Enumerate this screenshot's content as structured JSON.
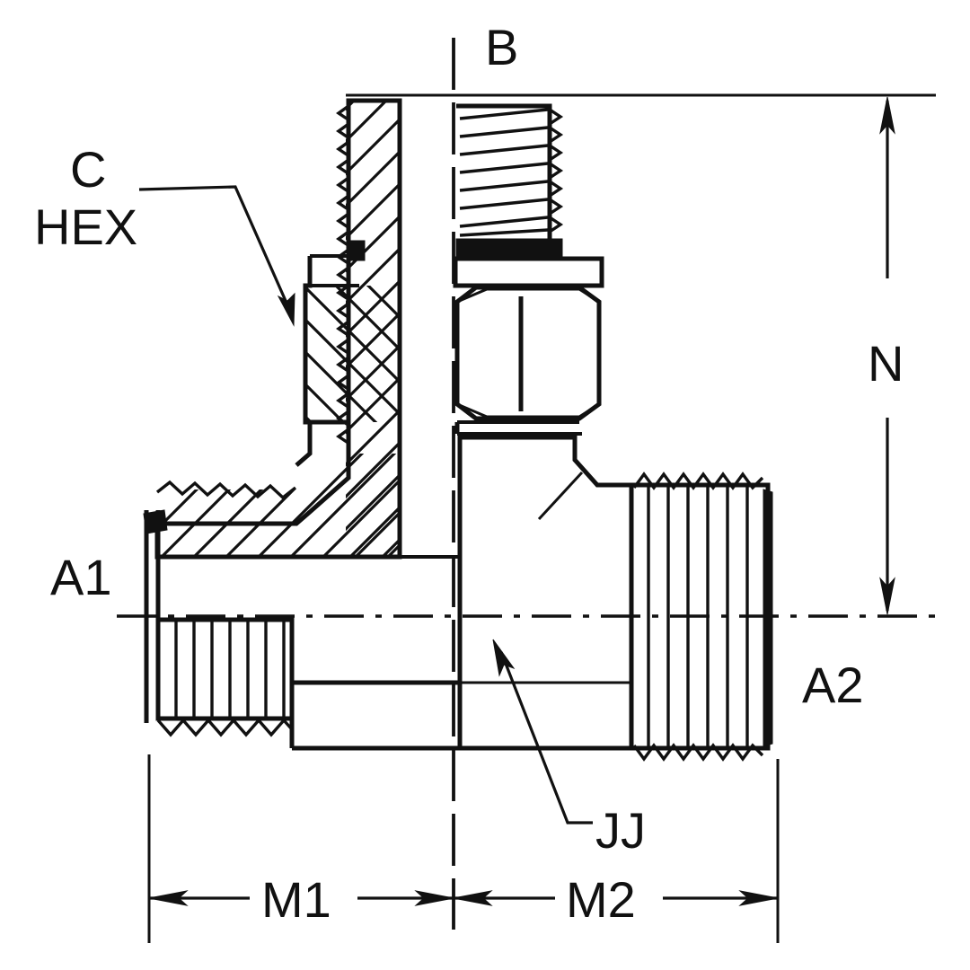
{
  "drawing": {
    "title": "Male Branch Tee Fitting Dimensional Drawing",
    "type": "technical-engineering-section-drawing",
    "line_color": "#111111",
    "background_color": "#ffffff",
    "labels": {
      "branch_port": "B",
      "hex_top": "C",
      "hex_bottom": "HEX",
      "left_port": "A1",
      "right_port": "A2",
      "height_dim": "N",
      "left_length_dim": "M1",
      "right_length_dim": "M2",
      "body_callout": "JJ"
    },
    "annotations": [
      {
        "name": "c-hex-leader",
        "label": "C HEX",
        "points_to": "sectioned-hex-port-thread"
      },
      {
        "name": "jj-leader",
        "label": "JJ",
        "points_to": "run-body-shoulder"
      },
      {
        "name": "n-dimension",
        "label": "N",
        "orientation": "vertical",
        "from": "top-face",
        "to": "run-centerline"
      },
      {
        "name": "m1-dimension",
        "label": "M1",
        "orientation": "horizontal",
        "from": "left-end-face",
        "to": "branch-centerline"
      },
      {
        "name": "m2-dimension",
        "label": "M2",
        "orientation": "horizontal",
        "from": "branch-centerline",
        "to": "right-end-face"
      }
    ]
  }
}
